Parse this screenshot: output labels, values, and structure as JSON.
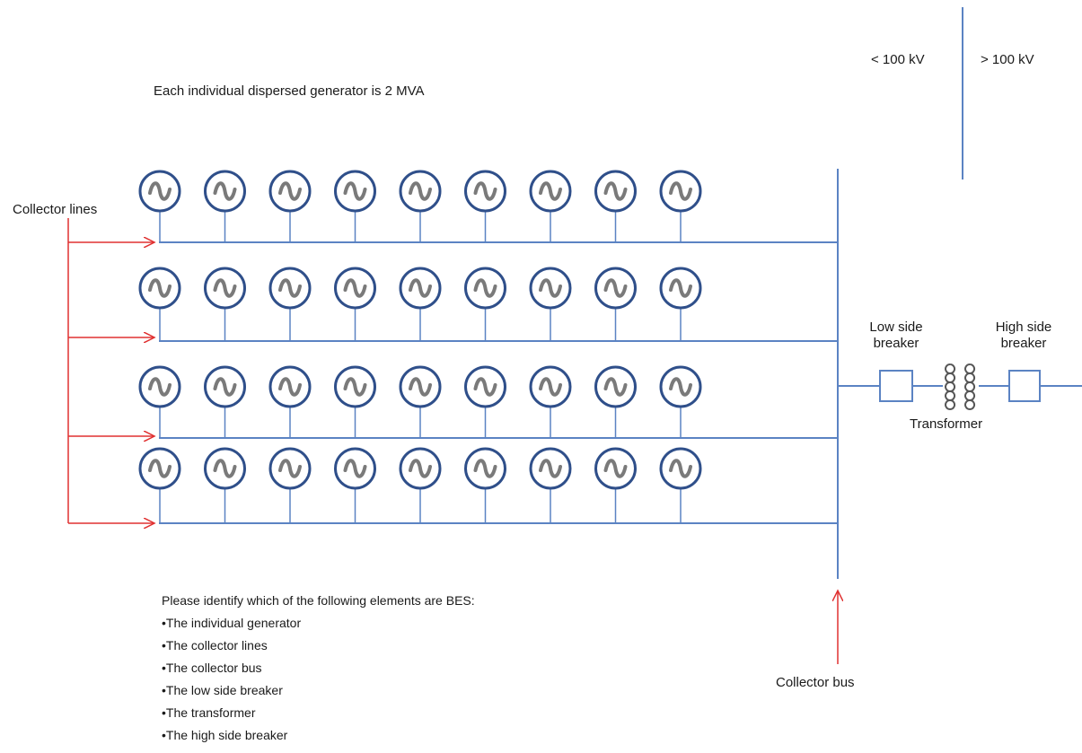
{
  "header_note": "Each  individual dispersed generator is 2 MVA",
  "voltage_labels": {
    "low": "< 100 kV",
    "high": "> 100 kV"
  },
  "collector_lines_label": "Collector lines",
  "collector_bus_label": "Collector bus",
  "low_side_breaker_label": [
    "Low side",
    "breaker"
  ],
  "high_side_breaker_label": [
    "High side",
    "breaker"
  ],
  "transformer_label": "Transformer",
  "generator_rows": [
    {
      "generators": 9
    },
    {
      "generators": 9
    },
    {
      "generators": 9
    },
    {
      "generators": 9
    }
  ],
  "question": {
    "prompt": "Please identify which of the following elements are BES:",
    "items": [
      "The individual generator",
      "The collector lines",
      "The collector bus",
      "The low side breaker",
      "The transformer",
      "The high side breaker"
    ]
  },
  "colors": {
    "line_blue": "#5b83c3",
    "generator_ring": "#2f4f8a",
    "sine_wave": "#7a7a7a",
    "arrow_red": "#e03131"
  }
}
